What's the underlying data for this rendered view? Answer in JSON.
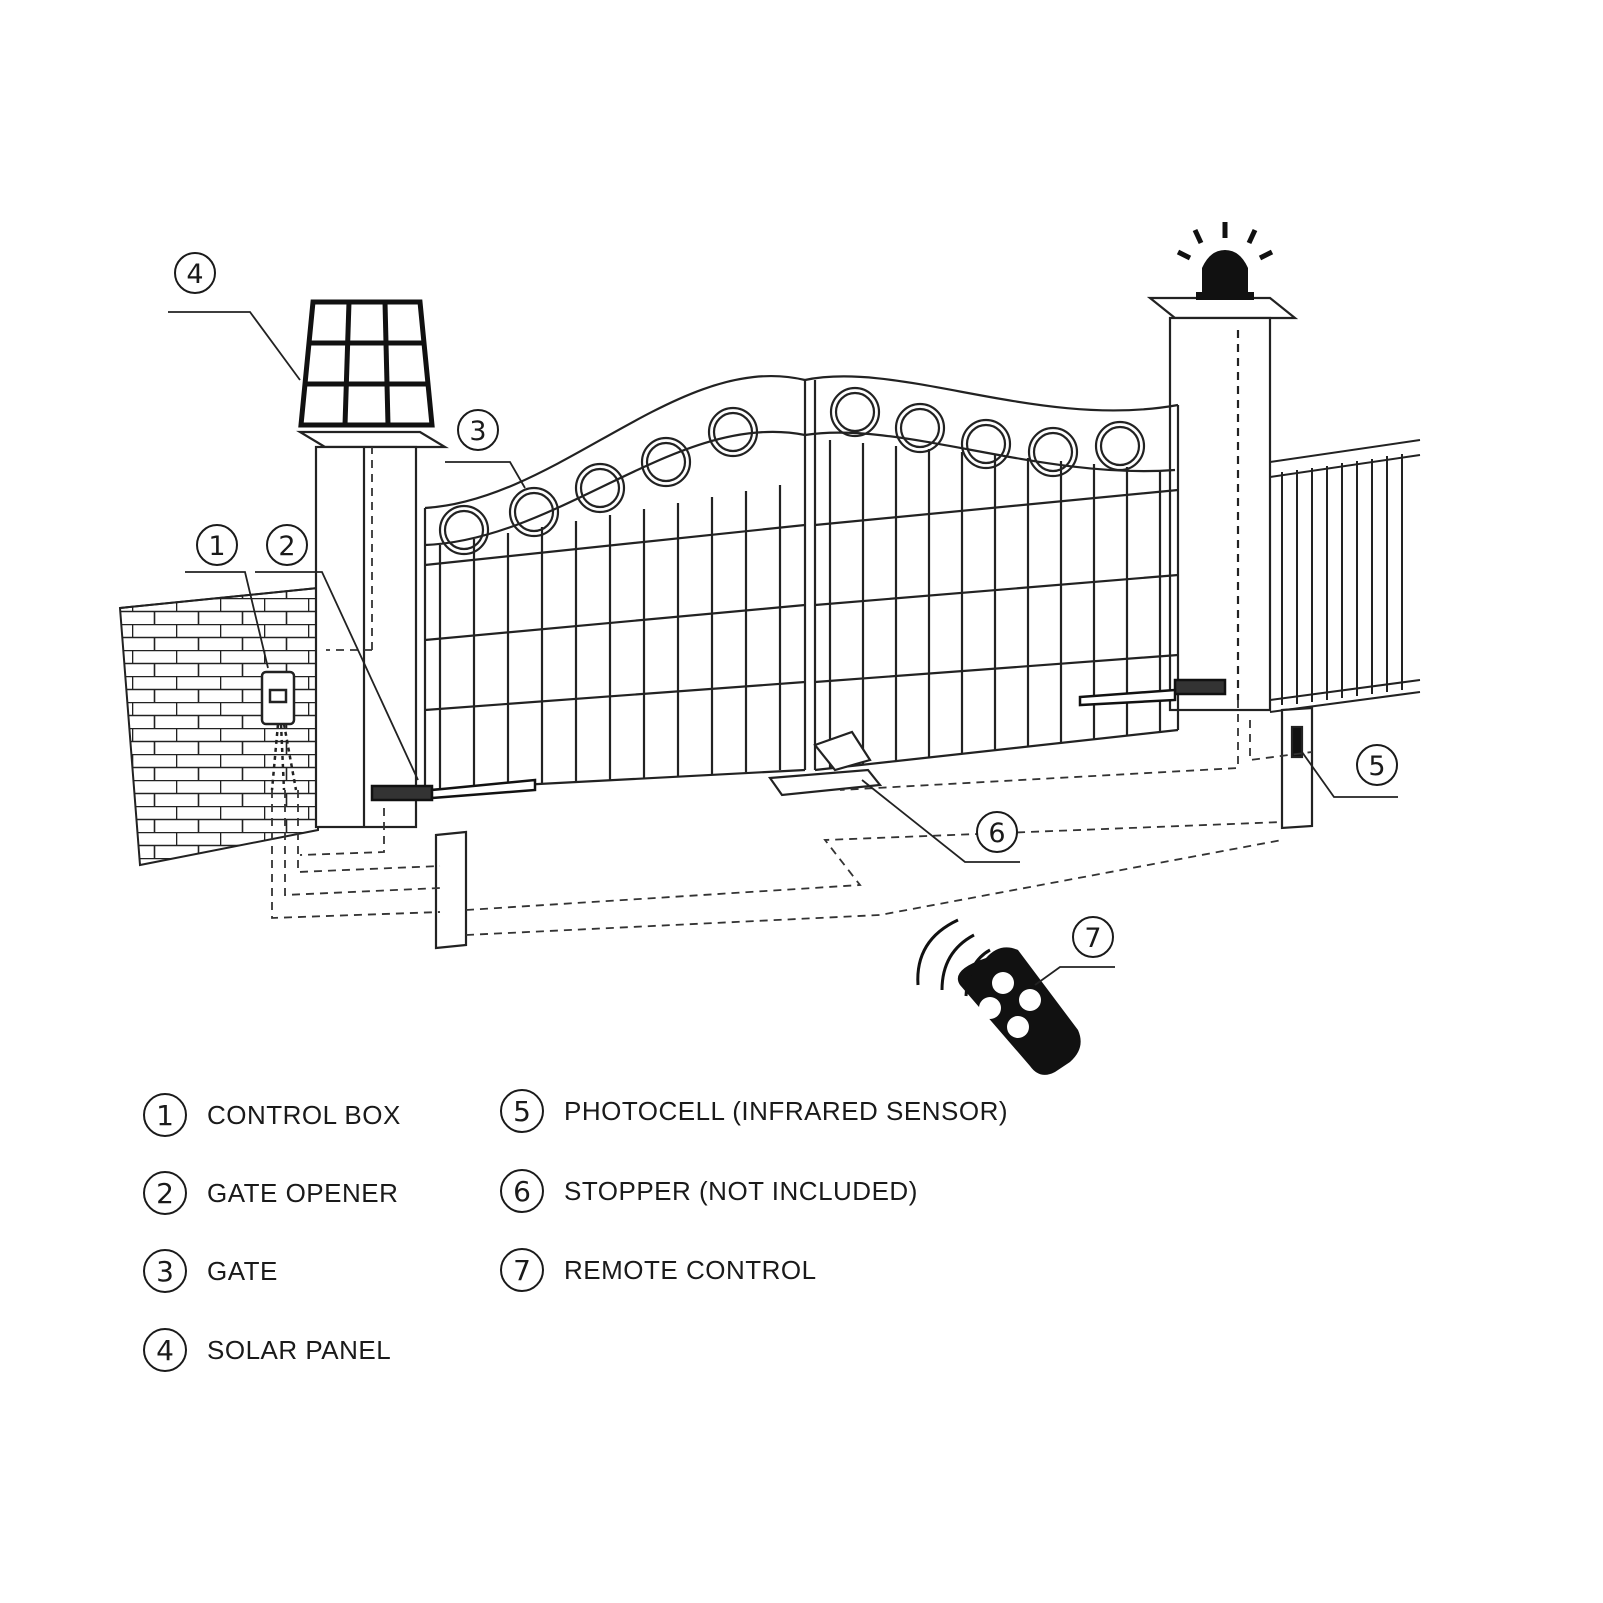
{
  "callouts": [
    {
      "number": "1"
    },
    {
      "number": "2"
    },
    {
      "number": "3"
    },
    {
      "number": "4"
    },
    {
      "number": "5"
    },
    {
      "number": "6"
    },
    {
      "number": "7"
    }
  ],
  "legend": [
    {
      "number": "1",
      "label": "CONTROL BOX"
    },
    {
      "number": "2",
      "label": "GATE OPENER"
    },
    {
      "number": "3",
      "label": "GATE"
    },
    {
      "number": "4",
      "label": "SOLAR PANEL"
    },
    {
      "number": "5",
      "label": "PHOTOCELL (INFRARED SENSOR)"
    },
    {
      "number": "6",
      "label": "STOPPER (NOT INCLUDED)"
    },
    {
      "number": "7",
      "label": "REMOTE CONTROL"
    }
  ],
  "colors": {
    "ink": "#1a1a1a",
    "background": "#ffffff"
  }
}
